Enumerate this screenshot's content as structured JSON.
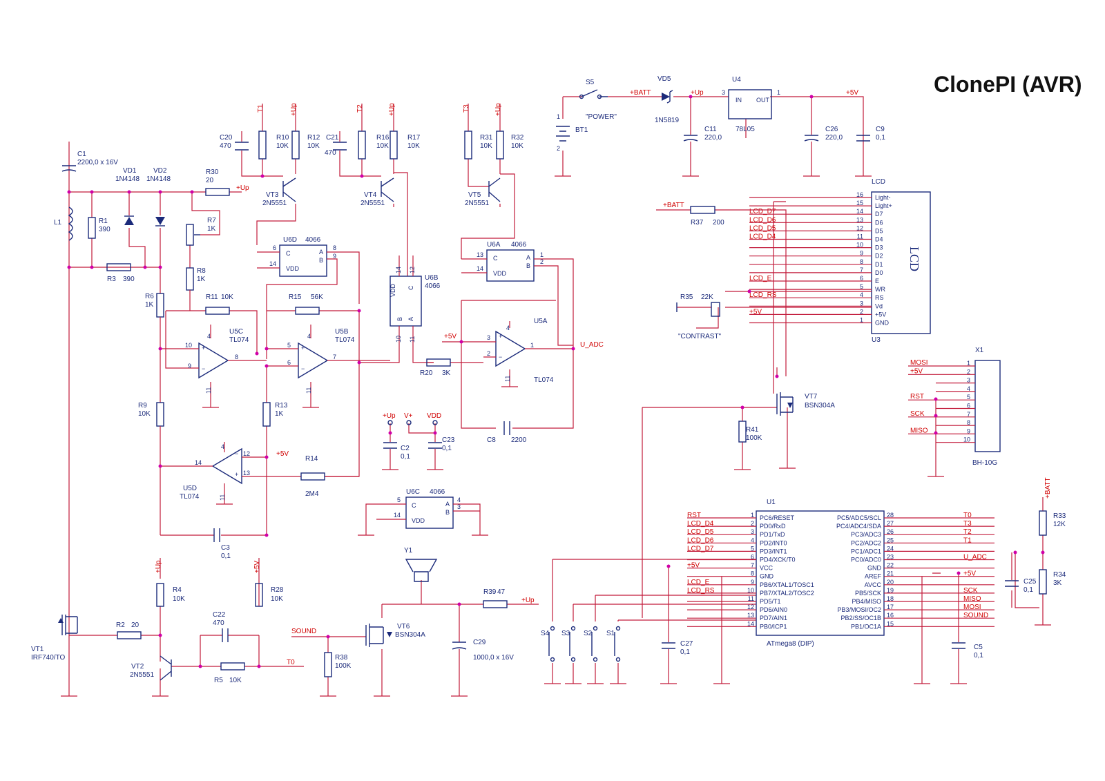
{
  "title": "ClonePI (AVR)",
  "nets": {
    "up": "+Up",
    "batt": "+BATT",
    "v5": "+5V",
    "t0": "T0",
    "t1": "T1",
    "t2": "T2",
    "t3": "T3",
    "u_adc": "U_ADC",
    "sound": "SOUND",
    "vplus": "V+",
    "vdd": "VDD",
    "power_label": "\"POWER\"",
    "contrast_label": "\"CONTRAST\"",
    "lcd_d4": "LCD_D4",
    "lcd_d5": "LCD_D5",
    "lcd_d6": "LCD_D6",
    "lcd_d7": "LCD_D7",
    "lcd_e": "LCD_E",
    "lcd_rs": "LCD_RS",
    "rst": "RST",
    "mosi": "MOSI",
    "miso": "MISO",
    "sck": "SCK"
  },
  "components": {
    "c1": {
      "ref": "C1",
      "val": "2200,0 x 16V"
    },
    "vd1": {
      "ref": "VD1",
      "val": "1N4148"
    },
    "vd2": {
      "ref": "VD2",
      "val": "1N4148"
    },
    "r30": {
      "ref": "R30",
      "val": "20"
    },
    "l1": {
      "ref": "L1"
    },
    "r1": {
      "ref": "R1",
      "val": "390"
    },
    "r3": {
      "ref": "R3",
      "val": "390"
    },
    "r7": {
      "ref": "R7",
      "val": "1K"
    },
    "r8": {
      "ref": "R8",
      "val": "1K"
    },
    "r6": {
      "ref": "R6",
      "val": "1K"
    },
    "r11": {
      "ref": "R11",
      "val": "10K"
    },
    "r9": {
      "ref": "R9",
      "val": "10K"
    },
    "c20": {
      "ref": "C20",
      "val": "470"
    },
    "r10": {
      "ref": "R10",
      "val": "10K"
    },
    "r12": {
      "ref": "R12",
      "val": "10K"
    },
    "vt3": {
      "ref": "VT3",
      "val": "2N5551"
    },
    "c21": {
      "ref": "C21",
      "val": "470"
    },
    "r16": {
      "ref": "R16",
      "val": "10K"
    },
    "r17": {
      "ref": "R17",
      "val": "10K"
    },
    "vt4": {
      "ref": "VT4",
      "val": "2N5551"
    },
    "r31": {
      "ref": "R31",
      "val": "10K"
    },
    "r32": {
      "ref": "R32",
      "val": "10K"
    },
    "vt5": {
      "ref": "VT5",
      "val": "2N5551"
    },
    "u6d": {
      "ref": "U6D",
      "val": "4066"
    },
    "u6a": {
      "ref": "U6A",
      "val": "4066"
    },
    "u6b": {
      "ref": "U6B",
      "val": "4066"
    },
    "u6c": {
      "ref": "U6C",
      "val": "4066"
    },
    "u5c": {
      "ref": "U5C",
      "val": "TL074"
    },
    "u5b": {
      "ref": "U5B",
      "val": "TL074"
    },
    "u5a": {
      "ref": "U5A",
      "val": "TL074"
    },
    "u5d": {
      "ref": "U5D",
      "val": "TL074"
    },
    "r15": {
      "ref": "R15",
      "val": "56K"
    },
    "r13": {
      "ref": "R13",
      "val": "1K"
    },
    "r14": {
      "ref": "R14",
      "val": "2M4"
    },
    "r20": {
      "ref": "R20",
      "val": "3K"
    },
    "c8": {
      "ref": "C8",
      "val": "2200"
    },
    "c2": {
      "ref": "C2",
      "val": "0,1"
    },
    "c23": {
      "ref": "C23",
      "val": "0,1"
    },
    "c3": {
      "ref": "C3",
      "val": "0,1"
    },
    "s5": {
      "ref": "S5"
    },
    "bt1": {
      "ref": "BT1"
    },
    "vd5": {
      "ref": "VD5",
      "val": "1N5819"
    },
    "u4": {
      "ref": "U4",
      "val": "78L05",
      "in": "IN",
      "out": "OUT"
    },
    "c11": {
      "ref": "C11",
      "val": "220,0"
    },
    "c26": {
      "ref": "C26",
      "val": "220,0"
    },
    "c9": {
      "ref": "C9",
      "val": "0,1"
    },
    "lcd": {
      "ref": "U3",
      "title": "LCD",
      "tag": "LCD"
    },
    "r37": {
      "ref": "R37",
      "val": "200"
    },
    "r35": {
      "ref": "R35",
      "val": "22K"
    },
    "vt7": {
      "ref": "VT7",
      "val": "BSN304A"
    },
    "r41": {
      "ref": "R41",
      "val": "100K"
    },
    "x1": {
      "ref": "X1",
      "val": "BH-10G"
    },
    "r4": {
      "ref": "R4",
      "val": "10K"
    },
    "r28": {
      "ref": "R28",
      "val": "10K"
    },
    "c22": {
      "ref": "C22",
      "val": "470"
    },
    "r5": {
      "ref": "R5",
      "val": "10K"
    },
    "r2": {
      "ref": "R2",
      "val": "20"
    },
    "vt1": {
      "ref": "VT1",
      "val": "IRF740/TO"
    },
    "vt2": {
      "ref": "VT2",
      "val": "2N5551"
    },
    "r38": {
      "ref": "R38",
      "val": "100K"
    },
    "vt6": {
      "ref": "VT6",
      "val": "BSN304A"
    },
    "y1": {
      "ref": "Y1"
    },
    "r39": {
      "ref": "R39",
      "val": "47"
    },
    "c29": {
      "ref": "C29",
      "val": "1000,0 x 16V"
    },
    "s1": {
      "ref": "S1"
    },
    "s2": {
      "ref": "S2"
    },
    "s3": {
      "ref": "S3"
    },
    "s4": {
      "ref": "S4"
    },
    "c27": {
      "ref": "C27",
      "val": "0,1"
    },
    "u1": {
      "ref": "U1",
      "val": "ATmega8 (DIP)"
    },
    "c5": {
      "ref": "C5",
      "val": "0,1"
    },
    "r33": {
      "ref": "R33",
      "val": "12K"
    },
    "r34": {
      "ref": "R34",
      "val": "3K"
    },
    "c25": {
      "ref": "C25",
      "val": "0,1"
    }
  },
  "u1_left_pins": [
    {
      "num": "1",
      "name": "PC6/RESET"
    },
    {
      "num": "2",
      "name": "PD0/RxD"
    },
    {
      "num": "3",
      "name": "PD1/TxD"
    },
    {
      "num": "4",
      "name": "PD2/INT0"
    },
    {
      "num": "5",
      "name": "PD3/INT1"
    },
    {
      "num": "6",
      "name": "PD4/XCK/T0"
    },
    {
      "num": "7",
      "name": "VCC"
    },
    {
      "num": "8",
      "name": "GND"
    },
    {
      "num": "9",
      "name": "PB6/XTAL1/TOSC1"
    },
    {
      "num": "10",
      "name": "PB7/XTAL2/TOSC2"
    },
    {
      "num": "11",
      "name": "PD5/T1"
    },
    {
      "num": "12",
      "name": "PD6/AIN0"
    },
    {
      "num": "13",
      "name": "PD7/AIN1"
    },
    {
      "num": "14",
      "name": "PB0/ICP1"
    }
  ],
  "u1_right_pins": [
    {
      "num": "28",
      "name": "PC5/ADC5/SCL"
    },
    {
      "num": "27",
      "name": "PC4/ADC4/SDA"
    },
    {
      "num": "26",
      "name": "PC3/ADC3"
    },
    {
      "num": "25",
      "name": "PC2/ADC2"
    },
    {
      "num": "24",
      "name": "PC1/ADC1"
    },
    {
      "num": "23",
      "name": "PC0/ADC0"
    },
    {
      "num": "22",
      "name": "GND"
    },
    {
      "num": "21",
      "name": "AREF"
    },
    {
      "num": "20",
      "name": "AVCC"
    },
    {
      "num": "19",
      "name": "PB5/SCK"
    },
    {
      "num": "18",
      "name": "PB4/MISO"
    },
    {
      "num": "17",
      "name": "PB3/MOSI/OC2"
    },
    {
      "num": "16",
      "name": "PB2/SS/OC1B"
    },
    {
      "num": "15",
      "name": "PB1/OC1A"
    }
  ],
  "u1_left_nets": [
    "RST",
    "LCD_D4",
    "LCD_D5",
    "LCD_D6",
    "LCD_D7",
    "",
    "+5V",
    "",
    "LCD_E",
    "LCD_RS",
    "",
    "",
    "",
    ""
  ],
  "u1_right_nets": [
    "T0",
    "T3",
    "T2",
    "T1",
    "",
    "U_ADC",
    "",
    "+5V",
    "",
    "SCK",
    "MISO",
    "MOSI",
    "SOUND",
    ""
  ],
  "lcd_pins": [
    {
      "num": "16",
      "name": "Light-",
      "net": ""
    },
    {
      "num": "15",
      "name": "Light+",
      "net": ""
    },
    {
      "num": "14",
      "name": "D7",
      "net": "LCD_D7"
    },
    {
      "num": "13",
      "name": "D6",
      "net": "LCD_D6"
    },
    {
      "num": "12",
      "name": "D5",
      "net": "LCD_D5"
    },
    {
      "num": "11",
      "name": "D4",
      "net": "LCD_D4"
    },
    {
      "num": "10",
      "name": "D3",
      "net": ""
    },
    {
      "num": "9",
      "name": "D2",
      "net": ""
    },
    {
      "num": "8",
      "name": "D1",
      "net": ""
    },
    {
      "num": "7",
      "name": "D0",
      "net": ""
    },
    {
      "num": "6",
      "name": "E",
      "net": "LCD_E"
    },
    {
      "num": "5",
      "name": "WR",
      "net": ""
    },
    {
      "num": "4",
      "name": "RS",
      "net": "LCD_RS"
    },
    {
      "num": "3",
      "name": "Vd",
      "net": ""
    },
    {
      "num": "2",
      "name": "+5V",
      "net": "+5V"
    },
    {
      "num": "1",
      "name": "GND",
      "net": ""
    }
  ],
  "x1_pins": [
    {
      "num": "1",
      "net": "MOSI"
    },
    {
      "num": "2",
      "net": "+5V"
    },
    {
      "num": "3",
      "net": ""
    },
    {
      "num": "4",
      "net": ""
    },
    {
      "num": "5",
      "net": "RST"
    },
    {
      "num": "6",
      "net": ""
    },
    {
      "num": "7",
      "net": "SCK"
    },
    {
      "num": "8",
      "net": ""
    },
    {
      "num": "9",
      "net": "MISO"
    },
    {
      "num": "10",
      "net": ""
    }
  ],
  "pin_numbers": {
    "u6d": [
      "6",
      "14",
      "8",
      "9"
    ],
    "u6a": [
      "13",
      "14",
      "1",
      "2"
    ],
    "u6b": [
      "14",
      "12",
      "10",
      "11"
    ],
    "u6c": [
      "5",
      "14",
      "4",
      "3"
    ],
    "u5c": [
      "10",
      "9",
      "8",
      "4",
      "11"
    ],
    "u5b": [
      "5",
      "6",
      "7",
      "4",
      "11"
    ],
    "u5a": [
      "3",
      "2",
      "1",
      "4",
      "11"
    ],
    "u5d": [
      "12",
      "13",
      "14",
      "4",
      "11"
    ],
    "u4": [
      "3",
      "1"
    ],
    "bt1": [
      "1",
      "2"
    ]
  },
  "chip_labels": {
    "c": "C",
    "vdd": "VDD",
    "a": "A",
    "b": "B"
  }
}
